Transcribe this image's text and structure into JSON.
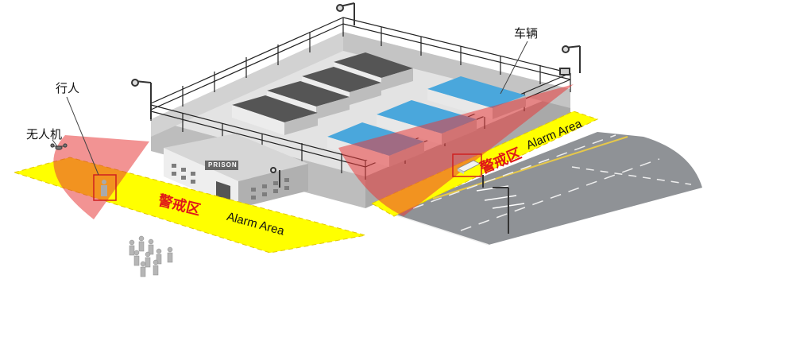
{
  "labels": {
    "pedestrian": "行人",
    "drone": "无人机",
    "vehicle": "车辆"
  },
  "zones": {
    "left_chinese": "警戒区",
    "left_english": "Alarm Area",
    "right_chinese": "警戒区",
    "right_english": "Alarm Area"
  },
  "building_sign": "PRISON",
  "colors": {
    "alarm_zone": "#ffff00",
    "detection_cone": "#e83a3a",
    "warning_text": "#e01818",
    "roof_blue": "#4aa7dc",
    "wall": "#cfcfcf",
    "road": "#8f9296"
  }
}
